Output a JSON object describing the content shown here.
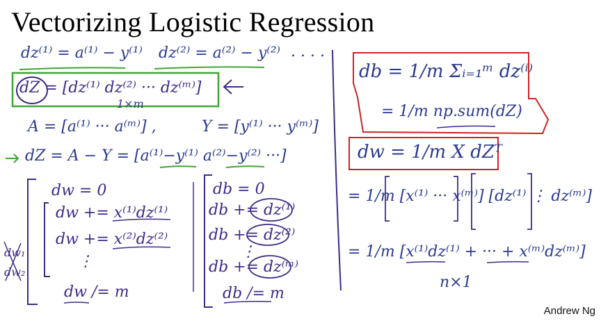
{
  "title": "Vectorizing Logistic Regression",
  "author": "Andrew Ng",
  "left": {
    "dz1": "dz⁽¹⁾ = a⁽¹⁾ − y⁽¹⁾",
    "dz2": "dz⁽²⁾ = a⁽²⁾ − y⁽²⁾",
    "dz_dots": ". . . .",
    "dZ_def": "dZ = [dz⁽¹⁾ dz⁽²⁾ ··· dz⁽ᵐ⁾]",
    "dZ_dim": "1×m",
    "A_def": "A = [a⁽¹⁾ ··· a⁽ᵐ⁾] ,",
    "Y_def": "Y = [y⁽¹⁾ ··· y⁽ᵐ⁾]",
    "dZ_eq": "dZ = A − Y = [a⁽¹⁾−y⁽¹⁾   a⁽²⁾−y⁽²⁾  ···]",
    "loop_dw": {
      "init": "dw = 0",
      "upd1": "dw += x⁽¹⁾dz⁽¹⁾",
      "upd2": "dw += x⁽²⁾dz⁽²⁾",
      "vdots": "⋮",
      "final": "dw /= m",
      "strike1": "dw₁",
      "strike2": "dw₂"
    },
    "loop_db": {
      "init": "db = 0",
      "upd1": "db += dz⁽¹⁾",
      "upd2": "db += dz⁽²⁾",
      "vdots": "⋮",
      "updm": "db += dz⁽ᵐ⁾",
      "final": "db /= m"
    }
  },
  "right": {
    "db_sum": "db = 1/m Σᵢ₌₁ᵐ dz⁽ⁱ⁾",
    "db_np": "= 1/m  np.sum(dZ)",
    "dw_vec": "dw = 1/m X dZᵀ",
    "dw_matrix": "= 1/m [x⁽¹⁾ ··· x⁽ᵐ⁾] [dz⁽¹⁾ ⋮ dz⁽ᵐ⁾]",
    "dw_expand": "= 1/m [x⁽¹⁾dz⁽¹⁾ + ··· + x⁽ᵐ⁾dz⁽ᵐ⁾]",
    "dim": "n×1"
  },
  "colors": {
    "ink": "#2b3a8f",
    "purple": "#3f2a87",
    "green_box": "#3fa534",
    "red_box": "#cc2222"
  }
}
